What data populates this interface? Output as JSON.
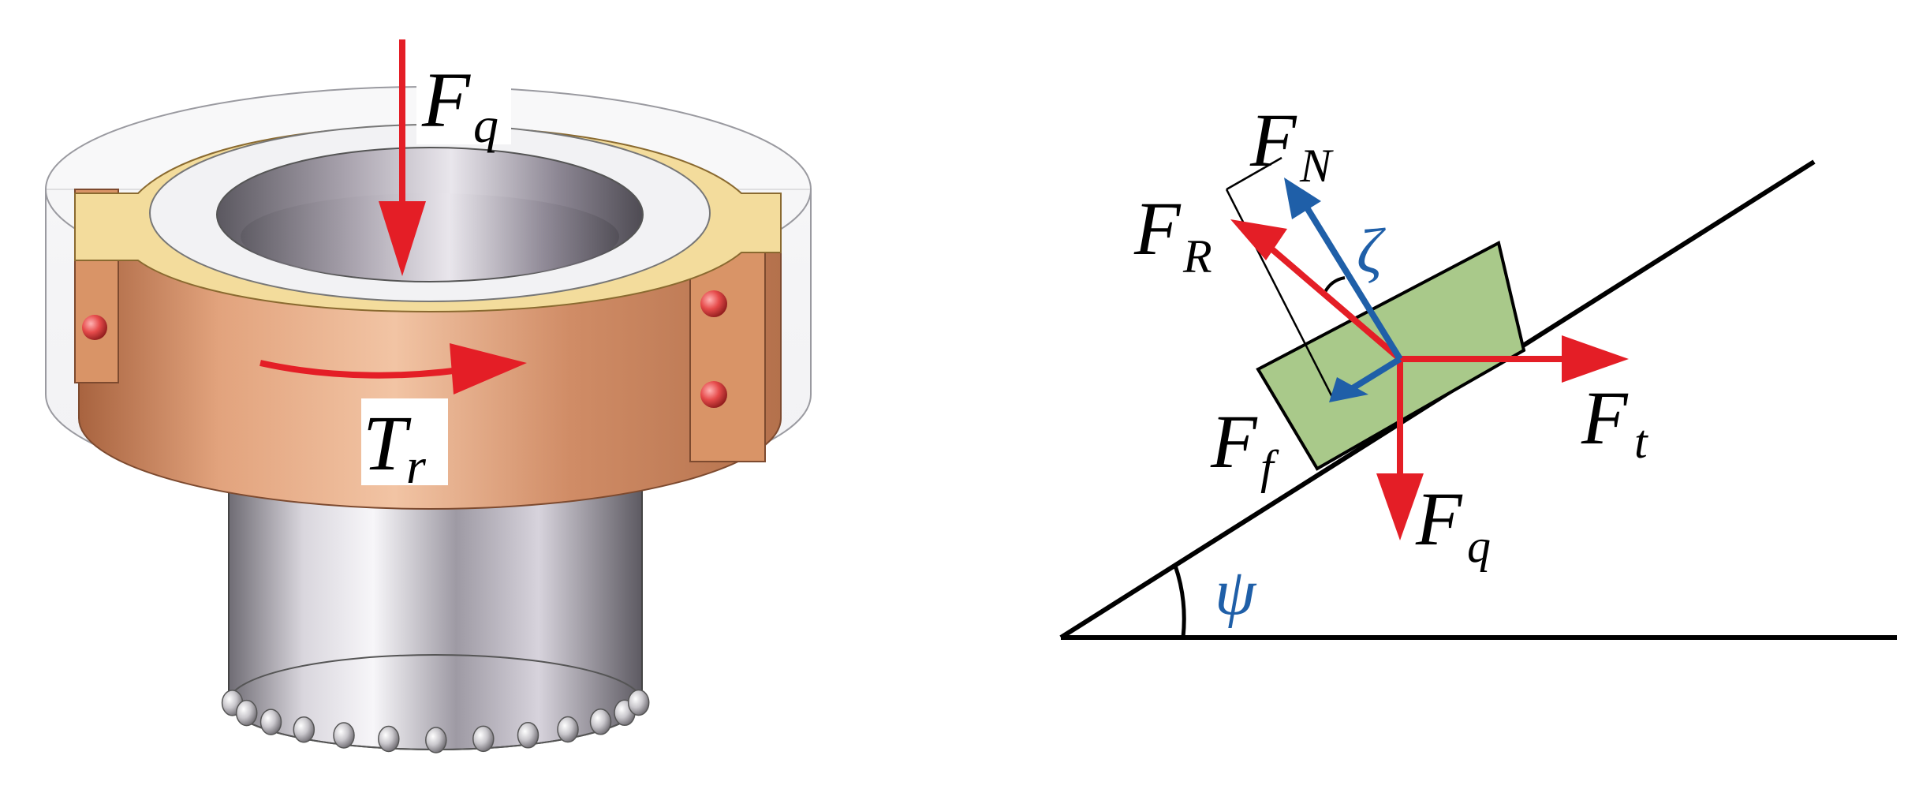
{
  "colors": {
    "force_red": "#e41e26",
    "blue": "#1f5fa8",
    "copper": "#d89a74",
    "copper_dark": "#b06b46",
    "gold": "#f3dc9c",
    "steel": "#b9b6bf",
    "block_green": "#a9c98a",
    "line_black": "#000000"
  },
  "icons": {
    "bearing": "bearing-assembly-icon",
    "block": "sliding-block-icon"
  },
  "left_labels": {
    "Fq": {
      "main": "F",
      "sub": "q"
    },
    "Tr": {
      "main": "T",
      "sub": "r"
    }
  },
  "right_labels": {
    "FN": {
      "main": "F",
      "sub": "N"
    },
    "FR": {
      "main": "F",
      "sub": "R"
    },
    "Ff": {
      "main": "F",
      "sub": "f"
    },
    "Ft": {
      "main": "F",
      "sub": "t"
    },
    "Fq": {
      "main": "F",
      "sub": "q"
    },
    "zeta": "ζ",
    "psi": "ψ"
  }
}
